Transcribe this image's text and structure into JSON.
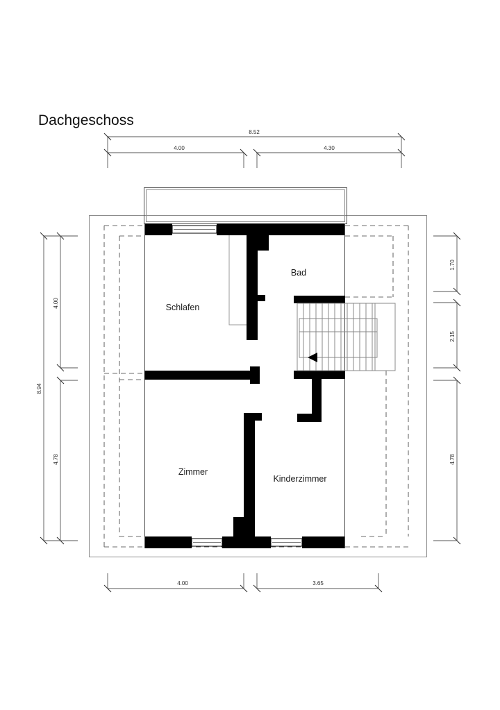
{
  "title": "Dachgeschoss",
  "drawing": {
    "type": "architectural-floor-plan",
    "level_name": "Dachgeschoss",
    "units": "meters",
    "language": "de"
  },
  "rooms": [
    {
      "id": "schlafen",
      "label": "Schlafen"
    },
    {
      "id": "bad",
      "label": "Bad"
    },
    {
      "id": "zimmer",
      "label": "Zimmer"
    },
    {
      "id": "kinderzimmer",
      "label": "Kinderzimmer"
    }
  ],
  "dimensions": {
    "top": {
      "overall": "8.52",
      "segments": [
        "4.00",
        "4.30"
      ]
    },
    "bottom": {
      "segments": [
        "4.00",
        "3.65"
      ]
    },
    "left": {
      "overall": "8.94",
      "segments": [
        "4.00",
        "4.78"
      ]
    },
    "right": {
      "segments": [
        "1.70",
        "2.15",
        "4.78"
      ]
    }
  },
  "features": {
    "staircase_label": "staircase",
    "direction_arrow": "up-direction-arrow",
    "windows_count": 3,
    "dormer": "front-dormer"
  },
  "colors": {
    "wall": "#000000",
    "roofline": "#6b6b6b",
    "dimension": "#555555",
    "text": "#111111",
    "background": "#ffffff"
  }
}
